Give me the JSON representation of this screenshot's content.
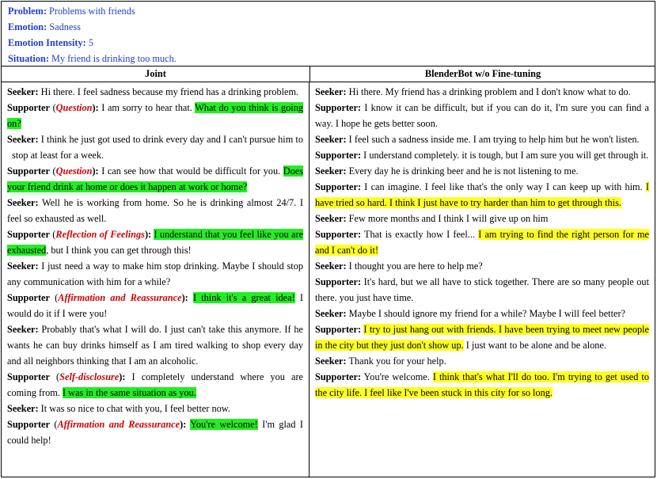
{
  "meta": {
    "problem_label": "Problem:",
    "problem_value": "Problems with friends",
    "emotion_label": "Emotion:",
    "emotion_value": "Sadness",
    "intensity_label": "Emotion Intensity:",
    "intensity_value": "5",
    "situation_label": "Situation:",
    "situation_value": "My friend is drinking too much."
  },
  "headers": {
    "left": "Joint",
    "right": "BlenderBot w/o Fine-tuning"
  },
  "left": [
    {
      "speaker": "Seeker:",
      "text": " Hi there. I feel sadness because my friend has a drinking problem."
    },
    {
      "speaker": "Supporter",
      "strategy": "Question",
      "pre": " I am sorry to hear that. ",
      "hl": "What do you think is going on?",
      "post": ""
    },
    {
      "speaker": "Seeker:",
      "text": " I think he just got used to drink every day and I can't pursue him to stop at least for a week."
    },
    {
      "speaker": "Supporter",
      "strategy": "Question",
      "pre": " I can see how that would be difficult for you. ",
      "hl": "Does your friend drink at home or does it happen at work or home?",
      "post": ""
    },
    {
      "speaker": "Seeker:",
      "text": " Well he is working from home. So he is drinking almost 24/7. I feel so exhausted as well."
    },
    {
      "speaker": "Supporter",
      "strategy": "Reflection of Feelings",
      "pre": " ",
      "hl": "I understand that you feel like you are exhausted",
      "post": ", but I think you can get through this!"
    },
    {
      "speaker": "Seeker:",
      "text": " I just need a way to make him stop drinking. Maybe I should stop any communication with him for a while?"
    },
    {
      "speaker": "Supporter",
      "strategy": "Affirmation and Reassurance",
      "pre": " ",
      "hl": "I think it's a great idea!",
      "post": " I would do it if I were you!"
    },
    {
      "speaker": "Seeker:",
      "text": " Probably that's what I will do. I just can't take this anymore. If he wants he can buy drinks himself as I am tired walking to shop every day and all neighbors thinking that I am an alcoholic."
    },
    {
      "speaker": "Supporter",
      "strategy": "Self-disclosure",
      "pre": " I completely understand where you are coming from. ",
      "hl": "I was in the same situation as you.",
      "post": ""
    },
    {
      "speaker": "Seeker:",
      "text": " It was so nice to chat with you, I feel better now."
    },
    {
      "speaker": "Supporter",
      "strategy": "Affirmation and Reassurance",
      "pre": " ",
      "hl": "You're welcome!",
      "post": " I'm glad I could help!"
    }
  ],
  "right": [
    {
      "speaker": "Seeker:",
      "pre": " Hi there. My friend has a drinking problem and I don't know what to do.",
      "hl": "",
      "post": ""
    },
    {
      "speaker": "Supporter:",
      "pre": " I know it can be difficult, but if you can do it, I'm sure you can find a way. I hope he gets better soon.",
      "hl": "",
      "post": ""
    },
    {
      "speaker": "Seeker:",
      "pre": " I feel such a sadness inside me. I am trying to help him but he won't listen.",
      "hl": "",
      "post": ""
    },
    {
      "speaker": "Supporter:",
      "pre": " I understand completely. it is tough, but I am sure you will get through it.",
      "hl": "",
      "post": ""
    },
    {
      "speaker": "Seeker:",
      "pre": " Every day he is drinking beer and he is not listening to me.",
      "hl": "",
      "post": ""
    },
    {
      "speaker": "Supporter:",
      "pre": " I can imagine. I feel like that's the only way I can keep up with him. ",
      "hl": "I have tried so hard. I think I just have to try harder than him to get through this.",
      "post": ""
    },
    {
      "speaker": "Seeker:",
      "pre": " Few more months and I think I will give up on him",
      "hl": "",
      "post": ""
    },
    {
      "speaker": "Supporter:",
      "pre": " That is exactly how I feel... ",
      "hl": "I am trying to find the right person for me and I can't do it!",
      "post": ""
    },
    {
      "speaker": "Seeker:",
      "pre": " I thought you are here to help me?",
      "hl": "",
      "post": ""
    },
    {
      "speaker": "Supporter:",
      "pre": " It's hard, but we all have to stick together. There are so many people out there. you just have time.",
      "hl": "",
      "post": ""
    },
    {
      "speaker": "Seeker:",
      "pre": " Maybe I should ignore my friend for a while? Maybe I will feel better?",
      "hl": "",
      "post": ""
    },
    {
      "speaker": "Supporter:",
      "pre": " ",
      "hl": "I try to just hang out with friends. I have been trying to meet new people in the city but they just don't show up.",
      "post": " I just want to be alone and be alone."
    },
    {
      "speaker": "Seeker:",
      "pre": " Thank you for your help.",
      "hl": "",
      "post": ""
    },
    {
      "speaker": "Supporter:",
      "pre": " You're welcome. ",
      "hl": "I think that's what I'll do too. I'm trying to get used to the city life. I feel like I've been stuck in this city for so long.",
      "post": ""
    }
  ]
}
